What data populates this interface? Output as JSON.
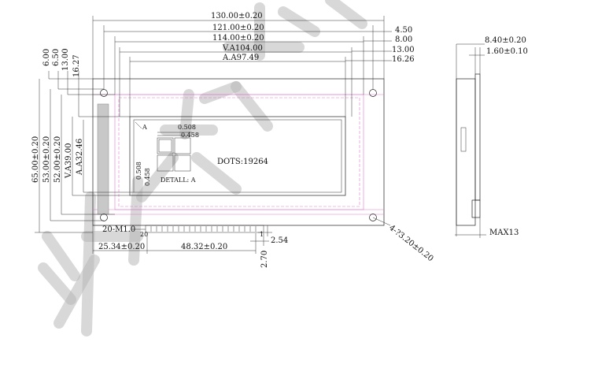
{
  "colors": {
    "line": "#222222",
    "guide": "#e07ad0",
    "fill": "#c8c8c8",
    "watermark": "#b8b8b8"
  },
  "top_dims": {
    "overall_width": "130.00±0.20",
    "pcb_hole_span": "121.00±0.20",
    "bezel_width": "114.00±0.20",
    "view_area": "V.A104.00",
    "active_area": "A.A97.49"
  },
  "right_offsets": [
    "4.50",
    "8.00",
    "13.00",
    "16.26"
  ],
  "left_offsets": [
    "6.00",
    "6.50",
    "13.00",
    "16.27"
  ],
  "vertical_dims": [
    "65.00±0.20",
    "53.00±0.20",
    "52.00±0.20",
    "V.A39.00",
    "A.A32.46"
  ],
  "center_text": "DOTS:19264",
  "detail": {
    "marker": "A",
    "pitch_h": "0.508",
    "dot_h": "0.458",
    "pitch_v": "0.508",
    "dot_v": "0.458",
    "label": "DETALL: A"
  },
  "bottom_dims": {
    "pins_label": "20-M1.0",
    "pin_one": "1",
    "pin_last": "20",
    "left_offset": "25.34±0.20",
    "pin_span": "48.32±0.20",
    "pin_pitch": "2.54",
    "pin_height": "2.70",
    "holes": "4-?3.20±0.20"
  },
  "side_view": {
    "thickness": "8.40±0.20",
    "pcb": "1.60±0.10",
    "max_height": "MAX13"
  }
}
